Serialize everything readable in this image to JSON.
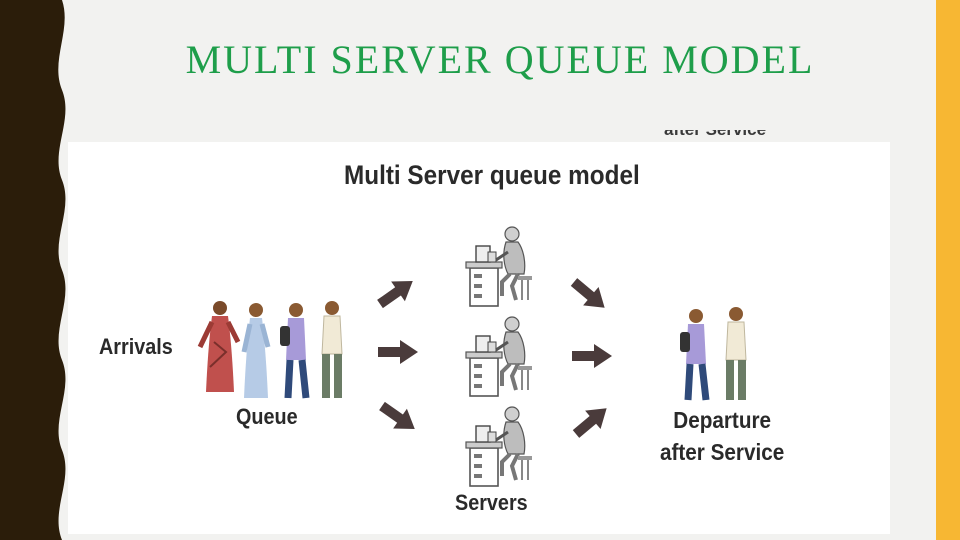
{
  "slide": {
    "title": "MULTI SERVER QUEUE MODEL",
    "accent_color": "#1e9e4a",
    "left_band_color": "#2b1d0a",
    "right_band_color": "#f7b733"
  },
  "figure": {
    "overflow_text": "after Service",
    "title": "Multi Server queue model",
    "arrivals_label": "Arrivals",
    "queue_label": "Queue",
    "servers_label": "Servers",
    "departure_label_line1": "Departure",
    "departure_label_line2": "after Service",
    "queue_people_count": 4,
    "server_count": 3,
    "departed_people_count": 2,
    "arrow_color": "#4a3b3b"
  }
}
